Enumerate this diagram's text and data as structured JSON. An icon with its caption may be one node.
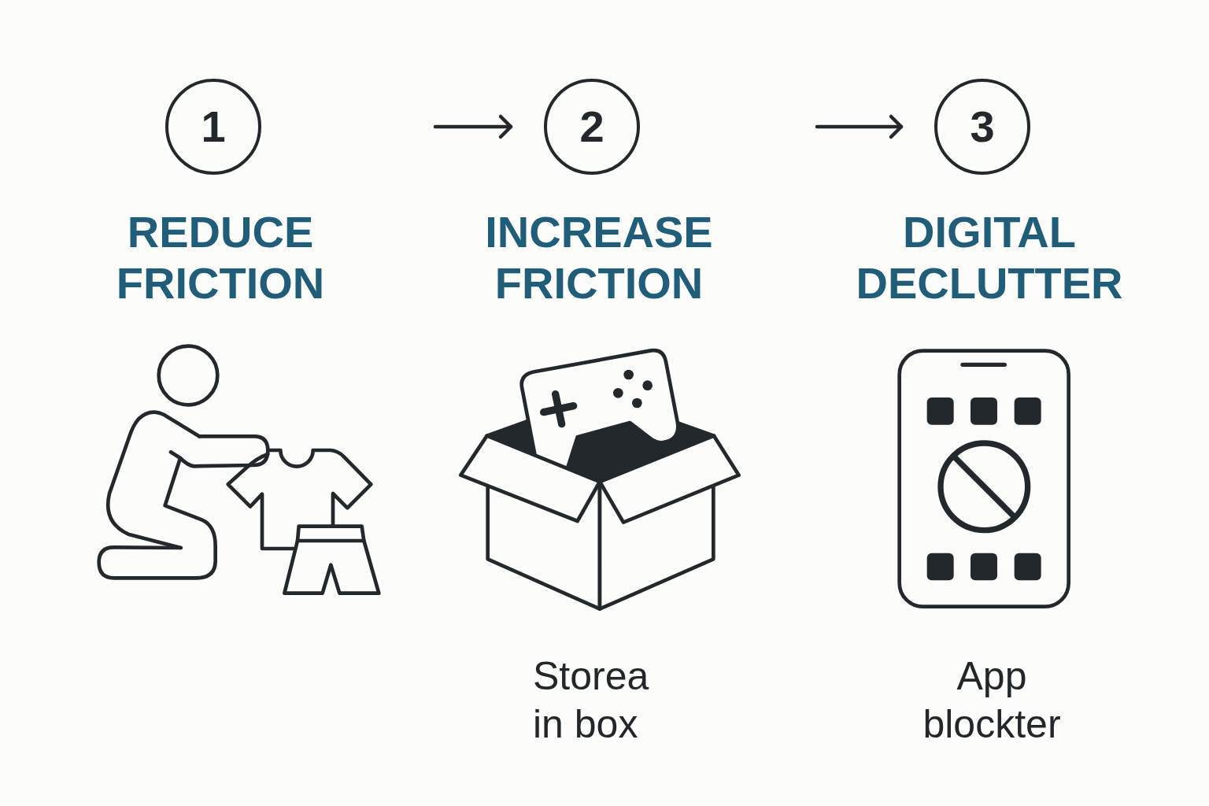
{
  "diagram": {
    "nodes": [
      {
        "text": [
          "1"
        ],
        "beside": [
          "REDUCE FRICTION"
        ]
      },
      {
        "text": [
          "2"
        ],
        "beside": [
          "INCREASE FRICTION"
        ]
      },
      {
        "text": [
          "3"
        ],
        "beside": [
          "DIGITAL DECLUTTER"
        ]
      }
    ],
    "edges": [
      {
        "from": null,
        "to": 1,
        "arrow": "to"
      },
      {
        "from": null,
        "to": 2,
        "arrow": "to"
      }
    ],
    "labels": [
      "Storea in box",
      "App blockter"
    ]
  }
}
